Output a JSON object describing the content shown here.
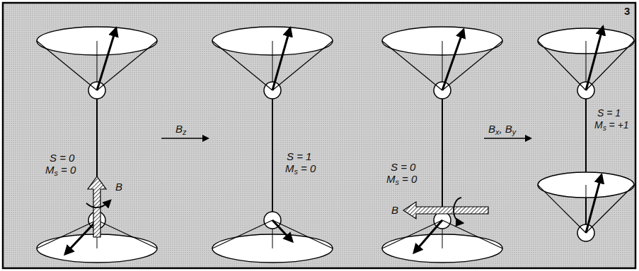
{
  "diagram": {
    "labels": [
      "3",
      "S = 0",
      "Ms = 0",
      "B",
      "Bz",
      "S = 1",
      "Ms = 0",
      "S = 0",
      "Ms = 0",
      "B",
      "Bx, By",
      "S = 1",
      "Ms = +1"
    ]
  }
}
